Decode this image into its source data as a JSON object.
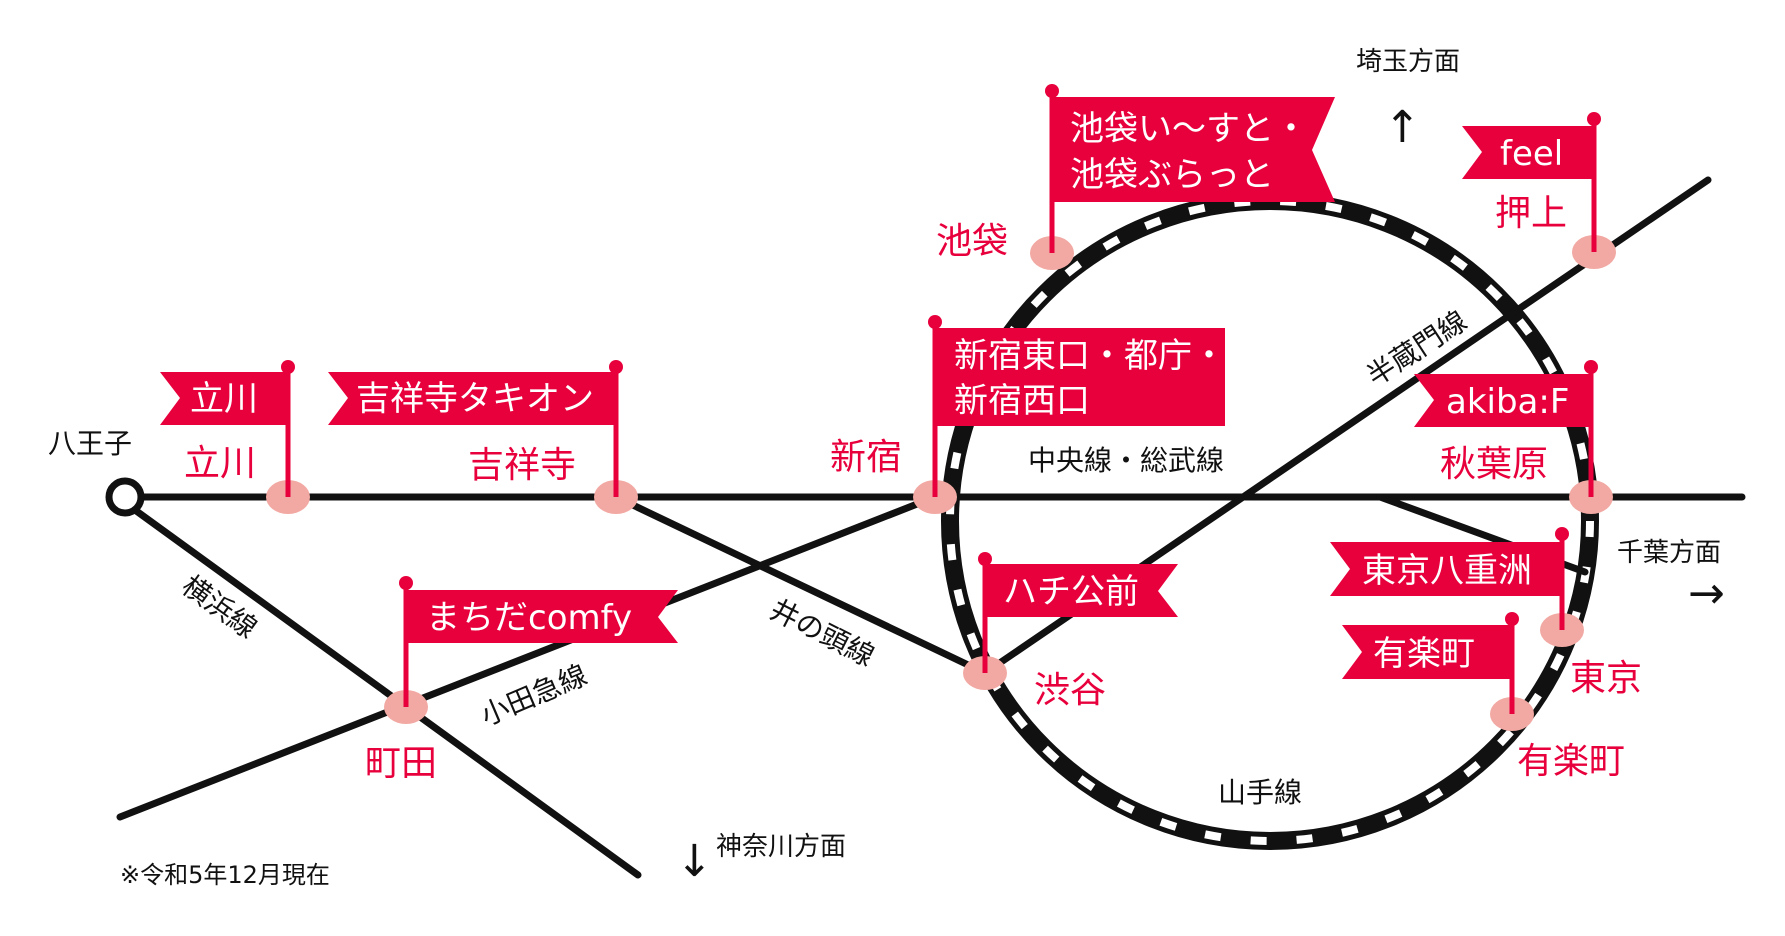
{
  "colors": {
    "accent": "#e8003d",
    "station_dot": "#f2a9a3",
    "line": "#111111"
  },
  "lines": {
    "yamanote": "山手線",
    "chuo_sobu": "中央線・総武線",
    "hanzomon": "半蔵門線",
    "inokashira": "井の頭線",
    "odakyu": "小田急線",
    "yokohama": "横浜線"
  },
  "directions": {
    "saitama": "埼玉方面",
    "chiba": "千葉方面",
    "kanagawa": "神奈川方面",
    "up_arrow": "↑",
    "right_arrow": "→",
    "down_arrow": "↓"
  },
  "stations": {
    "hachioji": "八王子",
    "tachikawa": "立川",
    "kichijoji": "吉祥寺",
    "shinjuku": "新宿",
    "ikebukuro": "池袋",
    "oshiage": "押上",
    "akihabara": "秋葉原",
    "shibuya": "渋谷",
    "tokyo": "東京",
    "yurakucho": "有楽町",
    "machida": "町田"
  },
  "flags": {
    "tachikawa": "立川",
    "kichijoji": "吉祥寺タキオン",
    "shinjuku_line1": "新宿東口・都庁・",
    "shinjuku_line2": "新宿西口",
    "ikebukuro_line1": "池袋い〜すと・",
    "ikebukuro_line2": "池袋ぶらっと",
    "oshiage": "feel",
    "akihabara": "akiba:F",
    "shibuya": "ハチ公前",
    "tokyo": "東京八重洲",
    "yurakucho": "有楽町",
    "machida": "まちだcomfy"
  },
  "note": "※令和5年12月現在"
}
